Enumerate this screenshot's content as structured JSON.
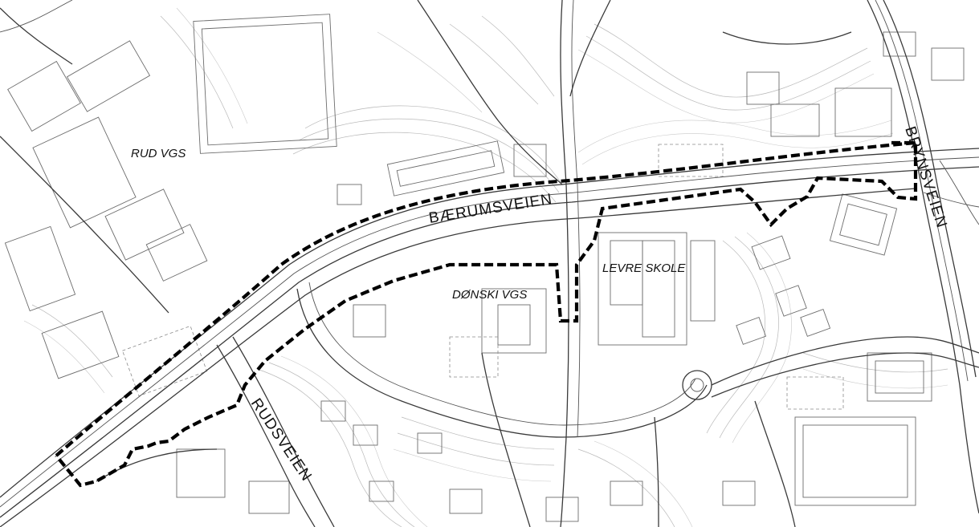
{
  "labels": {
    "rud_vgs": "RUD VGS",
    "baerumsveien": "BÆRUMSVEIEN",
    "brynsveien": "BRYNSVEIEN",
    "donski_vgs": "DØNSKI VGS",
    "levre_skole": "LEVRE SKOLE",
    "rudsveien": "RUDSVEIEN"
  },
  "colors": {
    "background": "#ffffff",
    "boundary": "#000000",
    "roads": "#3a3a3a",
    "contours": "#b9b9b9",
    "buildings": "#6d6d6d"
  }
}
